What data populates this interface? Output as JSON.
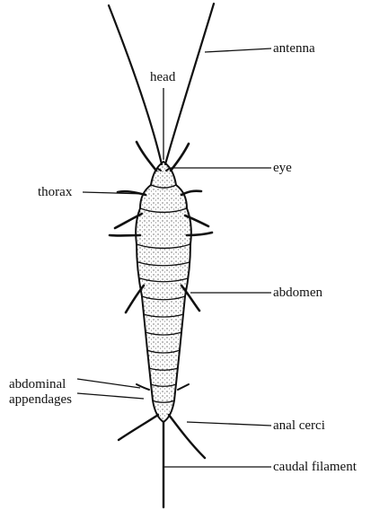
{
  "labels": {
    "antenna": "antenna",
    "head": "head",
    "eye": "eye",
    "thorax": "thorax",
    "abdomen": "abdomen",
    "abdominal_line1": "abdominal",
    "abdominal_line2": "appendages",
    "anal_cerci": "anal cerci",
    "caudal_filament": "caudal filament"
  },
  "colors": {
    "ink": "#111111",
    "background": "#ffffff"
  }
}
